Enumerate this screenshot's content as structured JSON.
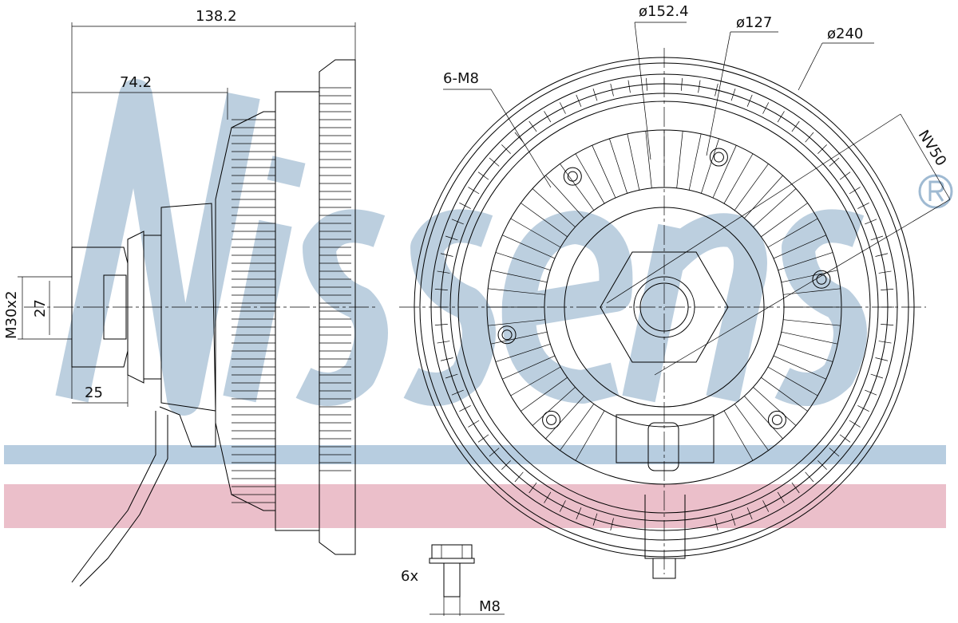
{
  "watermark": {
    "brand": "Nissens",
    "registered": "®"
  },
  "colors": {
    "band_blue": "#b7cde0",
    "band_pink": "#e9b8c4",
    "watermark": "#9fbad2"
  },
  "side_view": {
    "overall_length": "138.2",
    "hub_length": "74.2",
    "thread": "M30x2",
    "thread_diameter": "27",
    "thread_length": "25"
  },
  "front_view": {
    "d1": "ø152.4",
    "d2": "ø127",
    "d3": "ø240",
    "bolts": "6-M8",
    "wrench": "NV50"
  },
  "bolt_detail": {
    "quantity": "6x",
    "size": "M8"
  }
}
